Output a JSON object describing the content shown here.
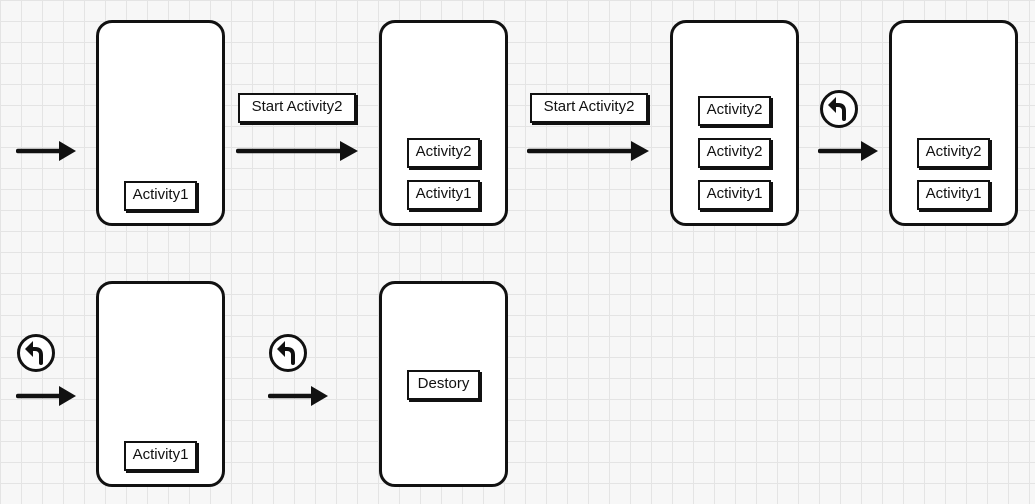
{
  "steps": {
    "s1": {
      "label": "Start Activity2"
    },
    "s2": {
      "label": "Start Activity2"
    }
  },
  "stacks": {
    "p1": [
      "Activity1"
    ],
    "p2": [
      "Activity2",
      "Activity1"
    ],
    "p3": [
      "Activity2",
      "Activity2",
      "Activity1"
    ],
    "p4": [
      "Activity2",
      "Activity1"
    ],
    "p5": [
      "Activity1"
    ],
    "p6": [
      "Destory"
    ]
  },
  "icons": {
    "back": "back-arrow-icon"
  }
}
